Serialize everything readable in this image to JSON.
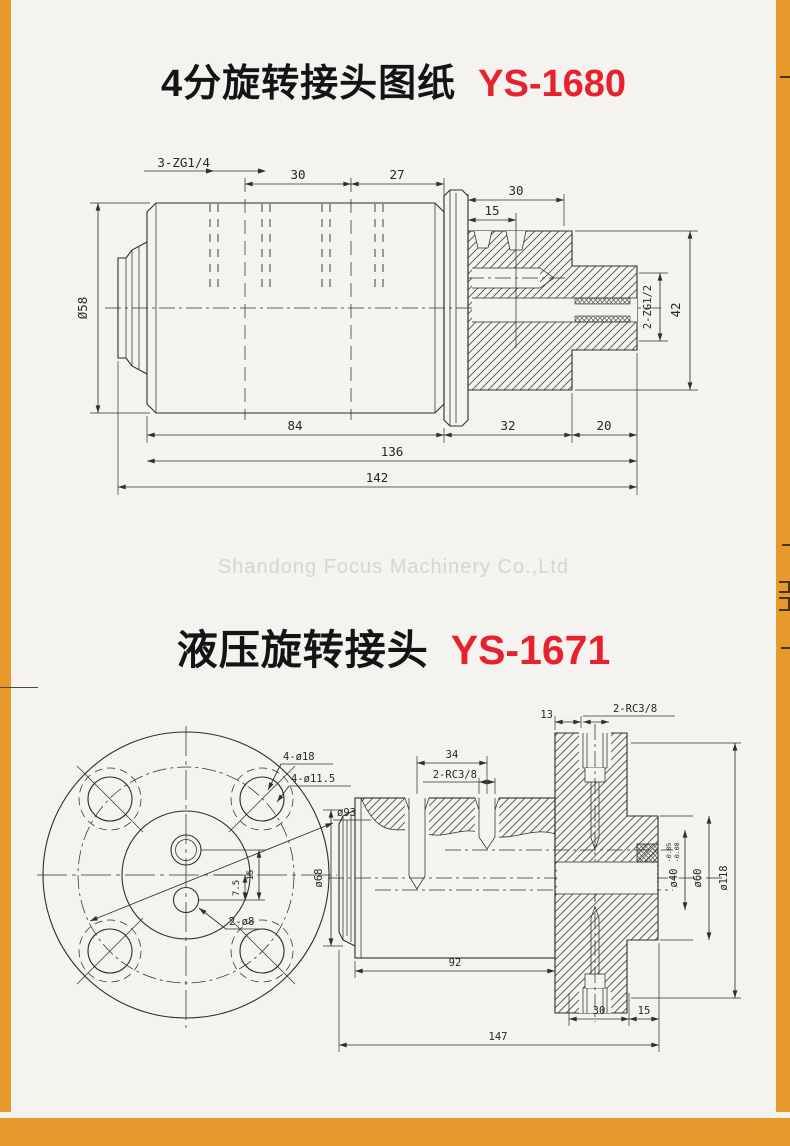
{
  "page": {
    "watermark": "Shandong Focus Machinery Co.,Ltd",
    "background": "#f4f3ef",
    "accent_orange": "#e8992c",
    "title_black": "#141414",
    "model_red": "#e7212e"
  },
  "drawing1": {
    "title": "4分旋转接头图纸",
    "model": "YS-1680",
    "labels": {
      "thread_ports": "3-ZG1/4",
      "len30a": "30",
      "len27": "27",
      "len30b": "30",
      "len15": "15",
      "dia58": "Ø58",
      "height42": "42",
      "thread_outlet": "2-ZG1/2",
      "len84": "84",
      "len32": "32",
      "len20": "20",
      "len136": "136",
      "len142": "142"
    }
  },
  "drawing2": {
    "title": "液压旋转接头",
    "model": "YS-1671",
    "labels": {
      "bolt_counterbore": "4-ø18",
      "bolt_holes": "4-ø11.5",
      "dia93": "ø93",
      "pin_holes": "2-ø8",
      "off75": "7.5",
      "off15": "15",
      "len34": "34",
      "thread_body": "2-RC3/8",
      "len13": "13",
      "thread_flange": "2-RC3/8",
      "dia68": "ø68",
      "dia40": "ø40",
      "dia40_tol_hi": "-0.05",
      "dia40_tol_lo": "-0.08",
      "dia60": "ø60",
      "dia118": "ø118",
      "len92": "92",
      "len30": "30",
      "len15b": "15",
      "len147": "147"
    }
  }
}
